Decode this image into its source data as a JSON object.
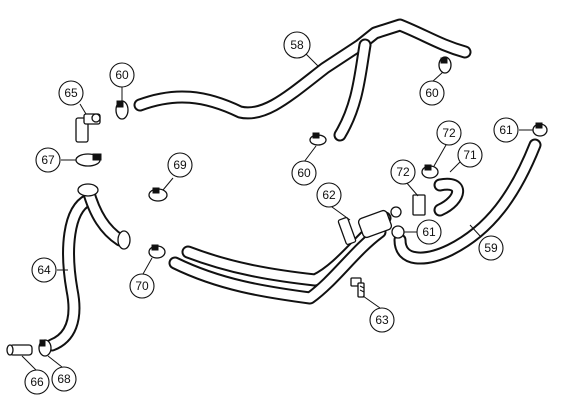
{
  "callouts": {
    "c58": "58",
    "c60a": "60",
    "c60b": "60",
    "c60c": "60",
    "c65": "65",
    "c67": "67",
    "c69": "69",
    "c72a": "72",
    "c71": "71",
    "c61a": "61",
    "c62": "62",
    "c72b": "72",
    "c61b": "61",
    "c59": "59",
    "c64": "64",
    "c70": "70",
    "c63": "63",
    "c66": "66",
    "c68": "68"
  }
}
